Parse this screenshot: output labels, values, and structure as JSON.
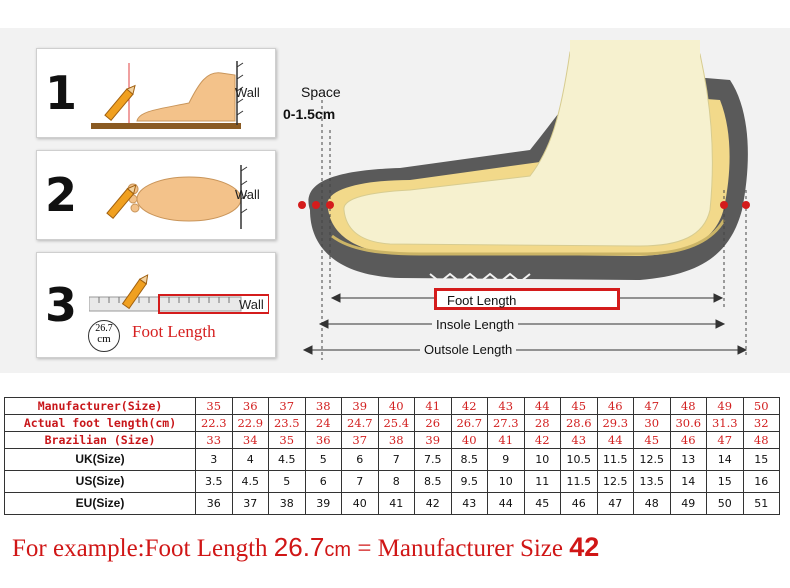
{
  "steps": [
    {
      "number": "1",
      "wall": "Wall"
    },
    {
      "number": "2",
      "wall": "Wall"
    },
    {
      "number": "3",
      "wall": "Wall"
    }
  ],
  "step3": {
    "measurement_number": "26.7",
    "measurement_unit": "cm",
    "foot_length_label": "Foot Length"
  },
  "diagram": {
    "space_label": "Space",
    "space_value": "0-1.5cm",
    "foot_length": "Foot Length",
    "insole_length": "Insole Length",
    "outsole_length": "Outsole Length"
  },
  "size_table": {
    "rows": [
      {
        "label": "Manufacturer(Size)",
        "values": [
          "35",
          "36",
          "37",
          "38",
          "39",
          "40",
          "41",
          "42",
          "43",
          "44",
          "45",
          "46",
          "47",
          "48",
          "49",
          "50"
        ]
      },
      {
        "label": "Actual foot length(cm)",
        "values": [
          "22.3",
          "22.9",
          "23.5",
          "24",
          "24.7",
          "25.4",
          "26",
          "26.7",
          "27.3",
          "28",
          "28.6",
          "29.3",
          "30",
          "30.6",
          "31.3",
          "32"
        ]
      },
      {
        "label": "Brazilian (Size)",
        "values": [
          "33",
          "34",
          "35",
          "36",
          "37",
          "38",
          "39",
          "40",
          "41",
          "42",
          "43",
          "44",
          "45",
          "46",
          "47",
          "48"
        ]
      },
      {
        "label": "UK(Size)",
        "values": [
          "3",
          "4",
          "4.5",
          "5",
          "6",
          "7",
          "7.5",
          "8.5",
          "9",
          "10",
          "10.5",
          "11.5",
          "12.5",
          "13",
          "14",
          "15"
        ]
      },
      {
        "label": "US(Size)",
        "values": [
          "3.5",
          "4.5",
          "5",
          "6",
          "7",
          "8",
          "8.5",
          "9.5",
          "10",
          "11",
          "11.5",
          "12.5",
          "13.5",
          "14",
          "15",
          "16"
        ]
      },
      {
        "label": "EU(Size)",
        "values": [
          "36",
          "37",
          "38",
          "39",
          "40",
          "41",
          "42",
          "43",
          "44",
          "45",
          "46",
          "47",
          "48",
          "49",
          "50",
          "51"
        ]
      }
    ]
  },
  "example": {
    "prefix": "For example:Foot Length ",
    "length_value": "26.7",
    "length_unit": "cm",
    "middle": " = Manufacturer Size ",
    "size_value": "42"
  },
  "colors": {
    "accent_red": "#d21f1f",
    "sole_gray": "#555555",
    "insole_yellow": "#f2d98a"
  }
}
